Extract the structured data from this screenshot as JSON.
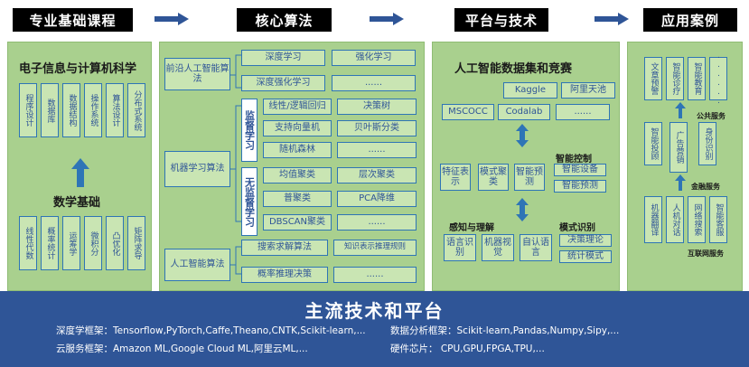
{
  "headers": [
    "专业基础课程",
    "核心算法",
    "平台与技术",
    "应用案例"
  ],
  "col1": {
    "title": "电子信息与计算机科学",
    "top_boxes": [
      "程序设计",
      "数据库",
      "数据结构",
      "操作系统",
      "算法设计",
      "分布式系统"
    ],
    "math_title": "数学基础",
    "bottom_boxes": [
      "线性代数",
      "概率统计",
      "运筹学",
      "微积分",
      "凸优化",
      "矩阵求导"
    ]
  },
  "col2": {
    "frontier_label": "前沿人工智能算法",
    "frontier_items": [
      "深度学习",
      "强化学习",
      "深度强化学习",
      "......"
    ],
    "ml_label": "机器学习算法",
    "supervised_label": "监督学习",
    "supervised_items": [
      "线性/逻辑回归",
      "决策树",
      "支持向量机",
      "贝叶斯分类",
      "随机森林",
      "......"
    ],
    "unsupervised_label": "无监督学习",
    "unsupervised_items": [
      "均值聚类",
      "层次聚类",
      "普聚类",
      "PCA降维",
      "DBSCAN聚类",
      "......"
    ],
    "ai_label": "人工智能算法",
    "ai_items": [
      "搜索求解算法",
      "知识表示推理规则",
      "概率推理决策",
      "......"
    ]
  },
  "col3": {
    "title": "人工智能数据集和竞赛",
    "datasets_row1": [
      "Kaggle",
      "阿里天池"
    ],
    "datasets_row2": [
      "MSCOCC",
      "Codalab",
      "......"
    ],
    "smart_control_label": "智能控制",
    "middle_boxes": [
      "特征表示",
      "模式聚类",
      "智能预测"
    ],
    "smart_control_items": [
      "智能设备",
      "智能预测"
    ],
    "perception_label": "感知与理解",
    "pattern_label": "模式识别",
    "perception_items": [
      "语言识别",
      "机器视觉",
      "自认语言"
    ],
    "pattern_items": [
      "决策理论",
      "统计模式"
    ]
  },
  "col4": {
    "top_boxes": [
      "文章预警",
      "智能诊疗",
      "智能教育",
      "......"
    ],
    "public_label": "公共服务",
    "middle_left": [
      "智能投顾"
    ],
    "middle_boxes": [
      "广告营销",
      "身份识别"
    ],
    "finance_label": "金融服务",
    "bottom_boxes": [
      "机器翻译",
      "人机对话",
      "网络搜索",
      "智能客服"
    ],
    "internet_label": "互联网服务"
  },
  "bottom": {
    "title": "主流技术和平台",
    "dl": "深度学框架：Tensorflow,PyTorch,Caffe,Theano,CNTK,Scikit-learn,...",
    "cloud": "云服务框架：Amazon ML,Google Cloud ML,阿里云ML,...",
    "da": "数据分析框架：Scikit-learn,Pandas,Numpy,Sipy,...",
    "hw": "硬件芯片： CPU,GPU,FPGA,TPU,..."
  },
  "colors": {
    "panel": "#a9d08e",
    "box": "#c9e5b3",
    "border": "#2e75b6",
    "arrow": "#2f5597",
    "bottom": "#2f5597",
    "header": "#000000"
  }
}
